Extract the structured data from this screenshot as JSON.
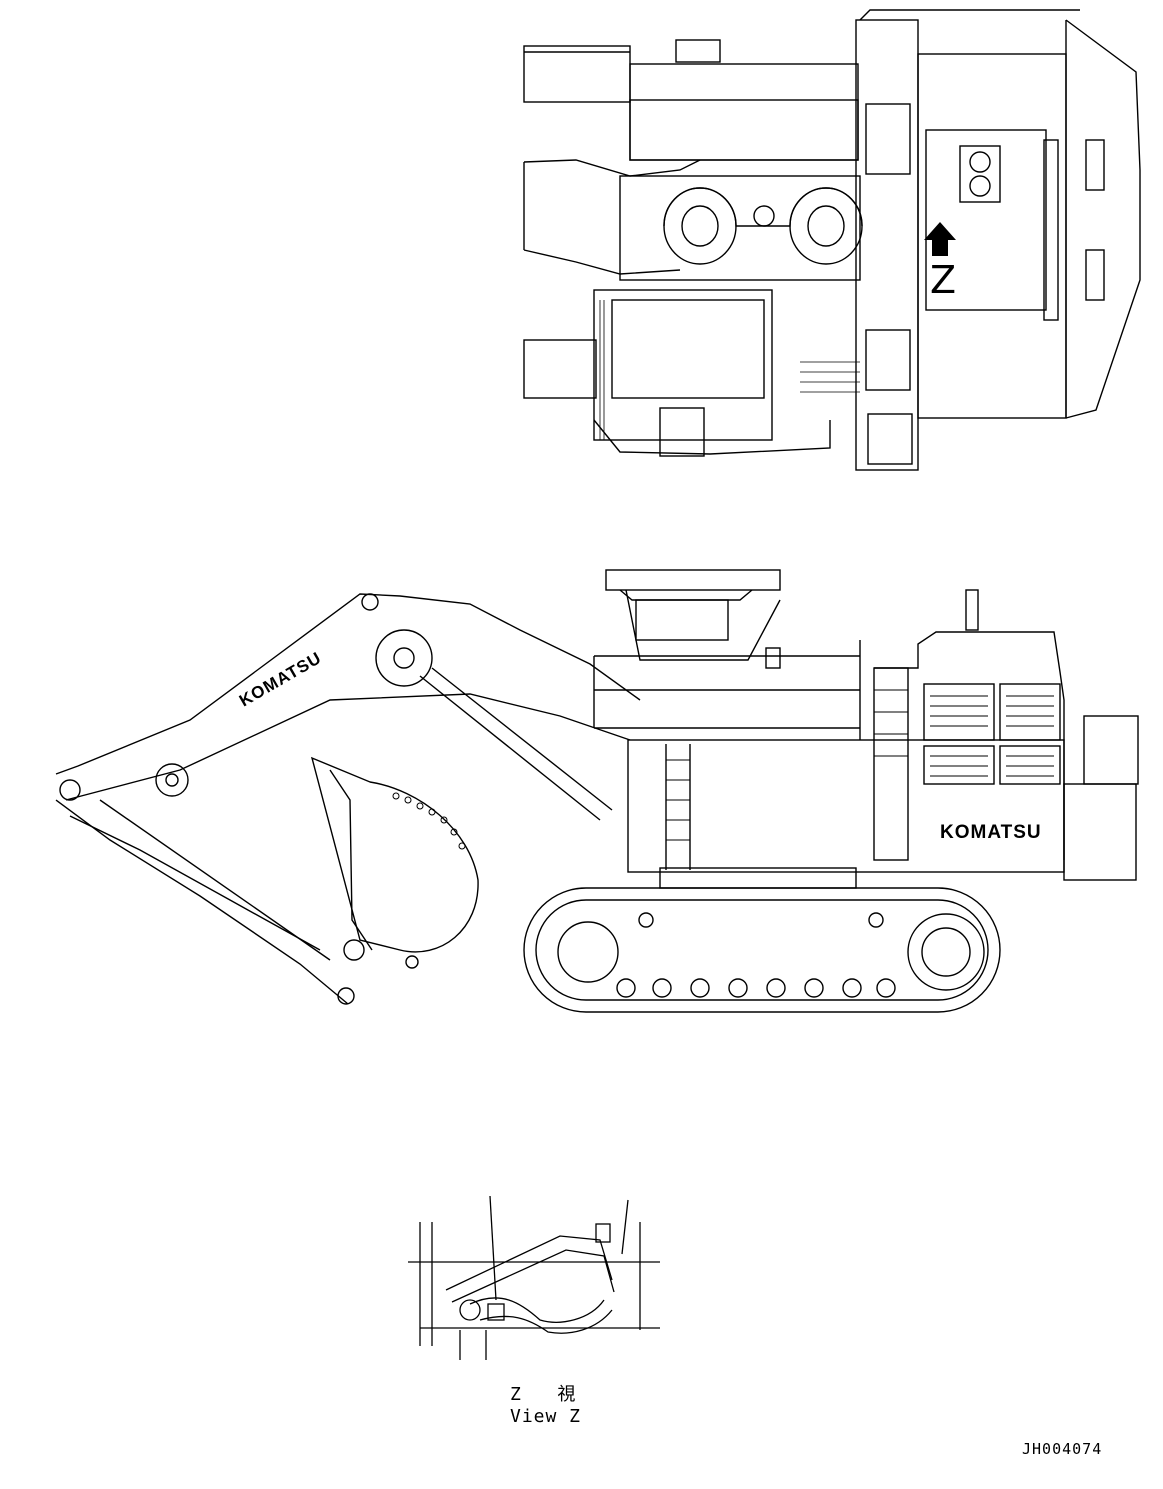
{
  "top_view": {
    "marker_letter": "Z"
  },
  "side_view": {
    "brand_boom": "KOMATSU",
    "brand_body": "KOMATSU"
  },
  "detail_view": {
    "label_jp": "Z   視",
    "label_en": "View Z"
  },
  "drawing_code": "JH004074",
  "colors": {
    "line": "#000000",
    "paper": "#ffffff"
  }
}
